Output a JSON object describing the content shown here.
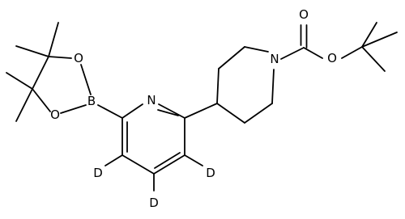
{
  "atom_labels": {
    "o_ketone": "O",
    "o_ester": "O",
    "n_piperidine": "N",
    "n_pyridine": "N",
    "boron": "B",
    "o_boronate_top": "O",
    "o_boronate_bottom": "O",
    "d_left": "D",
    "d_right": "D",
    "d_bottom": "D"
  }
}
